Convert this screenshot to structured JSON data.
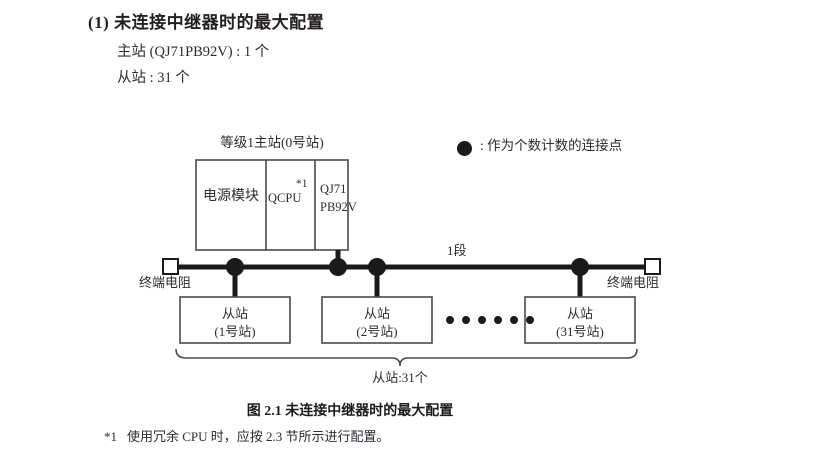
{
  "heading": {
    "number": "(1)",
    "title": "(1) 未连接中继器时的最大配置",
    "lines": [
      "主站 (QJ71PB92V) : 1 个",
      "从站 : 31 个"
    ]
  },
  "legend": {
    "marker": "filled-circle",
    "text": ": 作为个数计数的连接点"
  },
  "diagram": {
    "master": {
      "caption": "等级1主站(0号站)",
      "modules": [
        {
          "label": "电源模块"
        },
        {
          "label": "QCPU",
          "note": "*1"
        },
        {
          "label": "QJ71\nPB92V",
          "line1": "QJ71",
          "line2": "PB92V"
        }
      ]
    },
    "segment_label": "1段",
    "terminators": {
      "left": "终端电阻",
      "right": "终端电阻"
    },
    "slaves": [
      {
        "title": "从站",
        "station": "(1号站)"
      },
      {
        "title": "从站",
        "station": "(2号站)"
      },
      {
        "title": "从站",
        "station": "(31号站)"
      }
    ],
    "ellipsis_dots": 6,
    "brace_label": "从站:31个"
  },
  "figure": {
    "caption": "图 2.1  未连接中继器时的最大配置"
  },
  "footnote": {
    "mark": "*1",
    "text": "使用冗余 CPU 时，应按 2.3 节所示进行配置。"
  },
  "colors": {
    "ink": "#231f20",
    "line": "#1a1a1a",
    "box_border": "#4a4a4a",
    "background": "#ffffff"
  }
}
